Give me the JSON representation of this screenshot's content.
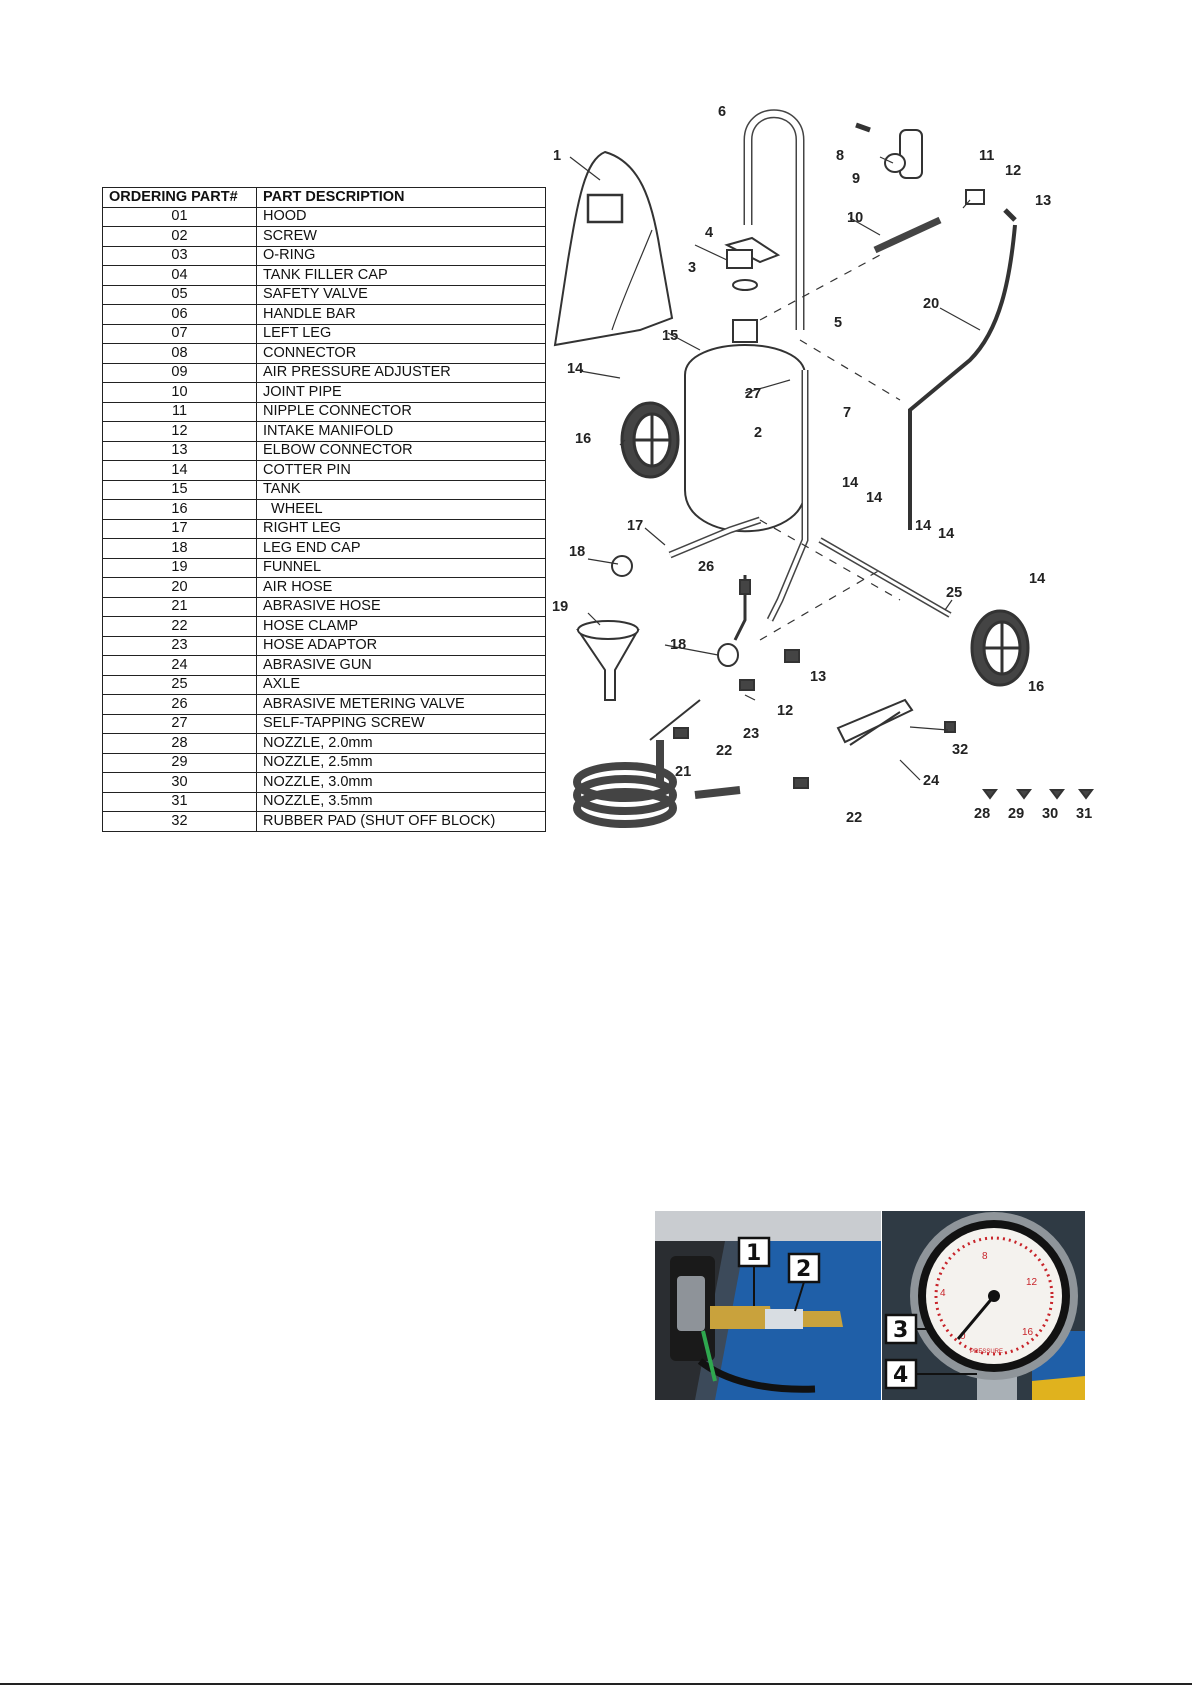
{
  "parts_table": {
    "headers": {
      "part": "ORDERING PART#",
      "description": "PART DESCRIPTION"
    },
    "rows": [
      {
        "part": "01",
        "description": "HOOD"
      },
      {
        "part": "02",
        "description": "SCREW"
      },
      {
        "part": "03",
        "description": "O-RING"
      },
      {
        "part": "04",
        "description": "TANK FILLER CAP"
      },
      {
        "part": "05",
        "description": "SAFETY VALVE"
      },
      {
        "part": "06",
        "description": "HANDLE BAR"
      },
      {
        "part": "07",
        "description": "LEFT LEG"
      },
      {
        "part": "08",
        "description": "CONNECTOR"
      },
      {
        "part": "09",
        "description": "AIR PRESSURE ADJUSTER"
      },
      {
        "part": "10",
        "description": "JOINT PIPE"
      },
      {
        "part": "11",
        "description": "NIPPLE CONNECTOR"
      },
      {
        "part": "12",
        "description": "INTAKE MANIFOLD"
      },
      {
        "part": "13",
        "description": "ELBOW CONNECTOR"
      },
      {
        "part": "14",
        "description": "COTTER PIN"
      },
      {
        "part": "15",
        "description": "TANK"
      },
      {
        "part": "16",
        "description": "  WHEEL"
      },
      {
        "part": "17",
        "description": "RIGHT LEG"
      },
      {
        "part": "18",
        "description": "LEG END CAP"
      },
      {
        "part": "19",
        "description": "FUNNEL"
      },
      {
        "part": "20",
        "description": "AIR HOSE"
      },
      {
        "part": "21",
        "description": "ABRASIVE HOSE"
      },
      {
        "part": "22",
        "description": "HOSE CLAMP"
      },
      {
        "part": "23",
        "description": "HOSE ADAPTOR"
      },
      {
        "part": "24",
        "description": "ABRASIVE GUN"
      },
      {
        "part": "25",
        "description": "AXLE"
      },
      {
        "part": "26",
        "description": "ABRASIVE METERING VALVE"
      },
      {
        "part": "27",
        "description": "SELF-TAPPING SCREW"
      },
      {
        "part": "28",
        "description": "NOZZLE, 2.0mm"
      },
      {
        "part": "29",
        "description": "NOZZLE, 2.5mm"
      },
      {
        "part": "30",
        "description": "NOZZLE, 3.0mm"
      },
      {
        "part": "31",
        "description": "NOZZLE, 3.5mm"
      },
      {
        "part": "32",
        "description": "RUBBER PAD (SHUT OFF BLOCK)"
      }
    ]
  },
  "diagram_labels": {
    "l1": "1",
    "l2": "2",
    "l3": "3",
    "l4": "4",
    "l5": "5",
    "l6": "6",
    "l7": "7",
    "l8": "8",
    "l9": "9",
    "l10": "10",
    "l11": "11",
    "l12": "12",
    "l12b": "12",
    "l13": "13",
    "l13b": "13",
    "l14": "14",
    "l14b": "14",
    "l14c": "14",
    "l14d": "14",
    "l14e": "14",
    "l14f": "14",
    "l15": "15",
    "l16": "16",
    "l16b": "16",
    "l17": "17",
    "l18": "18",
    "l18b": "18",
    "l19": "19",
    "l20": "20",
    "l21": "21",
    "l22": "22",
    "l22b": "22",
    "l23": "23",
    "l24": "24",
    "l25": "25",
    "l26": "26",
    "l27": "27",
    "l28": "28",
    "l29": "29",
    "l30": "30",
    "l31": "31",
    "l32": "32"
  },
  "photo_callouts": {
    "c1": "1",
    "c2": "2",
    "c3": "3",
    "c4": "4"
  },
  "gauge": {
    "ticks": [
      "0",
      "4",
      "8",
      "12",
      "16"
    ],
    "brand": "PRESSURE"
  },
  "colors": {
    "ink": "#222222",
    "gauge_red": "#c8242a",
    "machine_blue": "#1f5fa8",
    "brass": "#c9a23c"
  }
}
